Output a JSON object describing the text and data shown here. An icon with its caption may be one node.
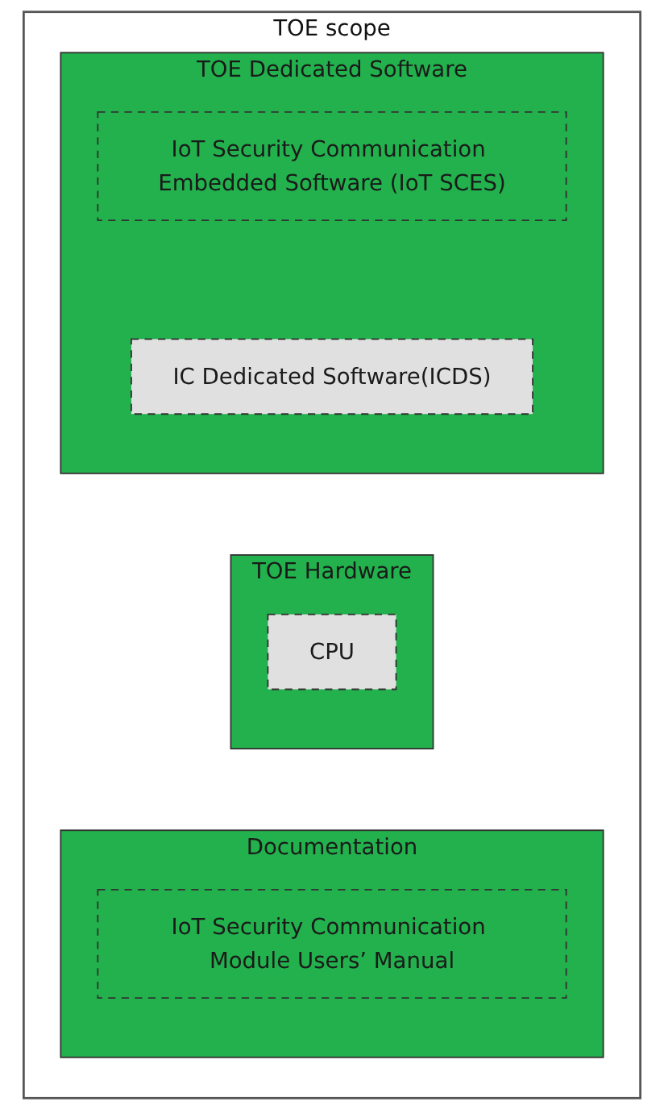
{
  "diagram": {
    "nodes": [
      {
        "text": [
          "TOE scope"
        ]
      },
      {
        "text": [
          "TOE Dedicated Software"
        ],
        "in": 0
      },
      {
        "text": [
          "IoT Security Communication Embedded Software (IoT SCES)"
        ],
        "in": 1
      },
      {
        "text": [
          "IC Dedicated Software(ICDS)"
        ],
        "in": 1
      },
      {
        "text": [
          "TOE Hardware"
        ],
        "in": 0
      },
      {
        "text": [
          "CPU"
        ],
        "in": 4
      },
      {
        "text": [
          "Documentation"
        ],
        "in": 0
      },
      {
        "text": [
          "IoT Security Communication Module Users’ Manual"
        ],
        "in": 6
      }
    ]
  }
}
